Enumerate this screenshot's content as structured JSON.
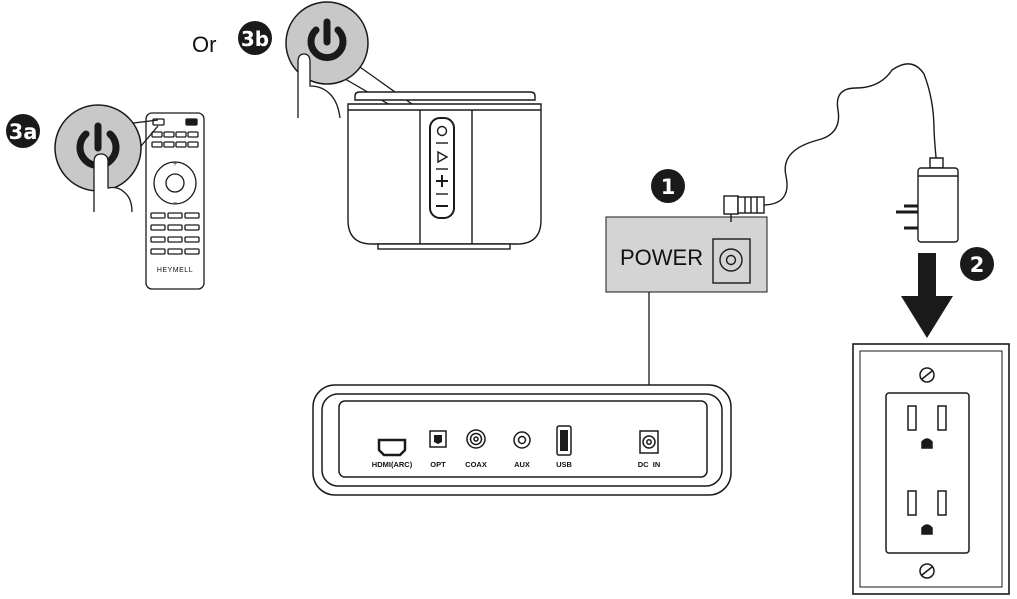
{
  "labels": {
    "or": "Or",
    "step_3a": "3a",
    "step_3b": "3b",
    "step_1": "1",
    "step_2": "2",
    "power": "POWER",
    "remote_brand": "HEYMELL"
  },
  "ports": {
    "hdmi": "HDMI(ARC)",
    "opt": "OPT",
    "coax": "COAX",
    "aux": "AUX",
    "usb": "USB",
    "dc_in": "DC  IN"
  },
  "colors": {
    "line": "#1a1a1a",
    "panel_gray": "#d4d4d4",
    "zoom_gray": "#c8c8c8",
    "badge": "#1a1a1a"
  }
}
